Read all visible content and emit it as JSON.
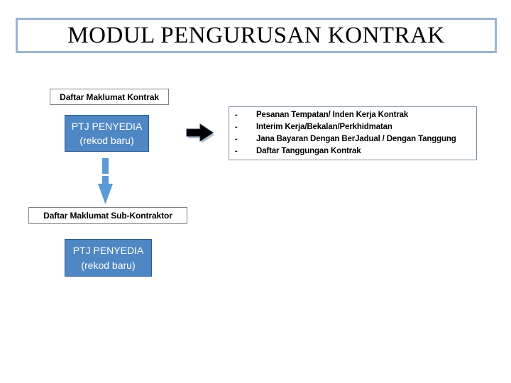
{
  "slide": {
    "title": "MODUL PENGURUSAN KONTRAK",
    "title_border_color": "#9ab5d2",
    "background_color": "#ffffff"
  },
  "flow": {
    "top_section": {
      "header_label": "Daftar Maklumat Kontrak",
      "process_box": {
        "line1": "PTJ PENYEDIA",
        "line2": "(rekod baru)",
        "fill_color": "#4f87c4",
        "border_color": "#2e5b8e",
        "text_color": "#ffffff"
      },
      "connector_icon": "arrow-right-icon",
      "connector_color": "#000000"
    },
    "bottom_section": {
      "header_label": "Daftar Maklumat Sub-Kontraktor",
      "process_box": {
        "line1": "PTJ PENYEDIA",
        "line2": "(rekod baru)",
        "fill_color": "#4f87c4",
        "border_color": "#2e5b8e",
        "text_color": "#ffffff"
      }
    },
    "vertical_connector_icon": "arrow-down-icon",
    "vertical_connector_color": "#5b9bd5"
  },
  "output_list": {
    "bullet": "-",
    "border_color": "#7f8f9f",
    "items": [
      "Pesanan Tempatan/ Inden Kerja Kontrak",
      "Interim Kerja/Bekalan/Perkhidmatan",
      "Jana Bayaran Dengan BerJadual / Dengan Tanggung",
      "Daftar Tanggungan Kontrak"
    ]
  }
}
